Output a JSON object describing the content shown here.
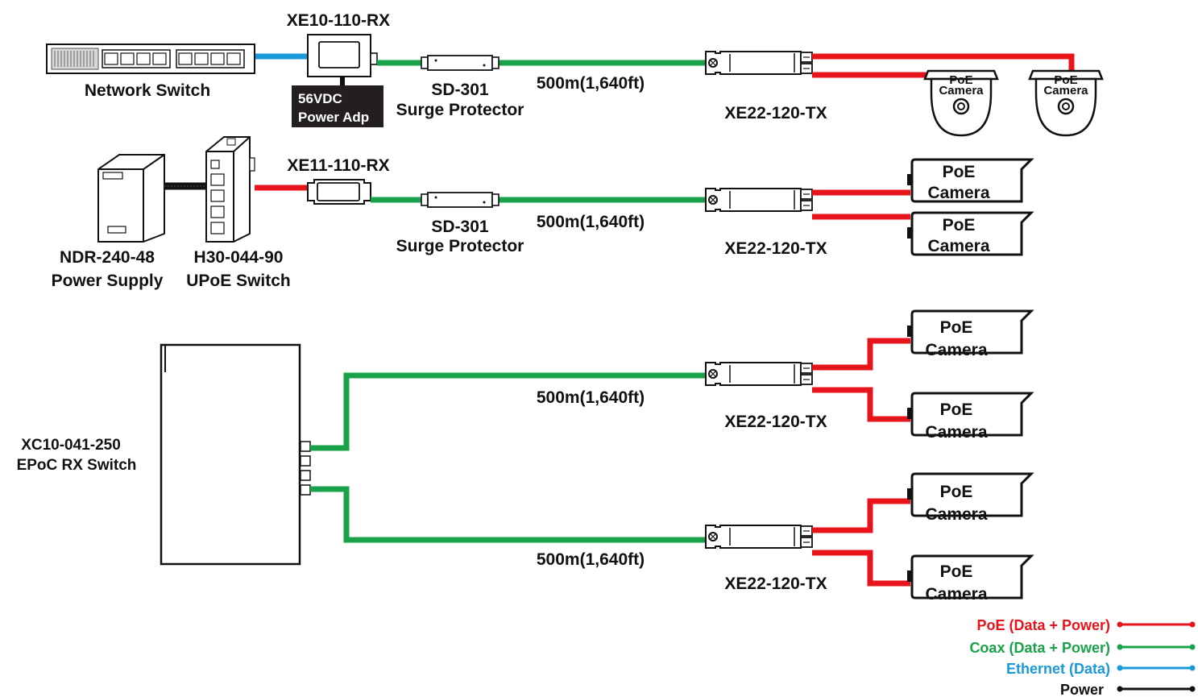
{
  "colors": {
    "poe": "#e8141c",
    "coax": "#1aa24a",
    "ethernet": "#1a9ad9",
    "power": "#111111"
  },
  "row1": {
    "switch_label": "Network Switch",
    "rx_label": "XE10-110-RX",
    "adapter_line1": "56VDC",
    "adapter_line2": "Power Adp",
    "surge_line1": "SD-301",
    "surge_line2": "Surge Protector",
    "distance": "500m(1,640ft)",
    "tx_label": "XE22-120-TX",
    "camera_a_line1": "PoE",
    "camera_a_line2": "Camera",
    "camera_b_line1": "PoE",
    "camera_b_line2": "Camera"
  },
  "row2": {
    "psu_line1": "NDR-240-48",
    "psu_line2": "Power Supply",
    "upoe_line1": "H30-044-90",
    "upoe_line2": "UPoE Switch",
    "rx_label": "XE11-110-RX",
    "surge_line1": "SD-301",
    "surge_line2": "Surge Protector",
    "distance": "500m(1,640ft)",
    "tx_label": "XE22-120-TX",
    "camera_a_line1": "PoE",
    "camera_a_line2": "Camera",
    "camera_b_line1": "PoE",
    "camera_b_line2": "Camera"
  },
  "row3": {
    "switch_line1": "XC10-041-250",
    "switch_line2": "EPoC RX Switch",
    "upper": {
      "distance": "500m(1,640ft)",
      "tx_label": "XE22-120-TX",
      "camera_a_line1": "PoE",
      "camera_a_line2": "Camera",
      "camera_b_line1": "PoE",
      "camera_b_line2": "Camera"
    },
    "lower": {
      "distance": "500m(1,640ft)",
      "tx_label": "XE22-120-TX",
      "camera_a_line1": "PoE",
      "camera_a_line2": "Camera",
      "camera_b_line1": "PoE",
      "camera_b_line2": "Camera"
    }
  },
  "legend": [
    {
      "label": "PoE (Data + Power)",
      "color": "#e8141c"
    },
    {
      "label": "Coax (Data + Power)",
      "color": "#1aa24a"
    },
    {
      "label": "Ethernet (Data)",
      "color": "#1a9ad9"
    },
    {
      "label": "Power",
      "color": "#111111"
    }
  ]
}
